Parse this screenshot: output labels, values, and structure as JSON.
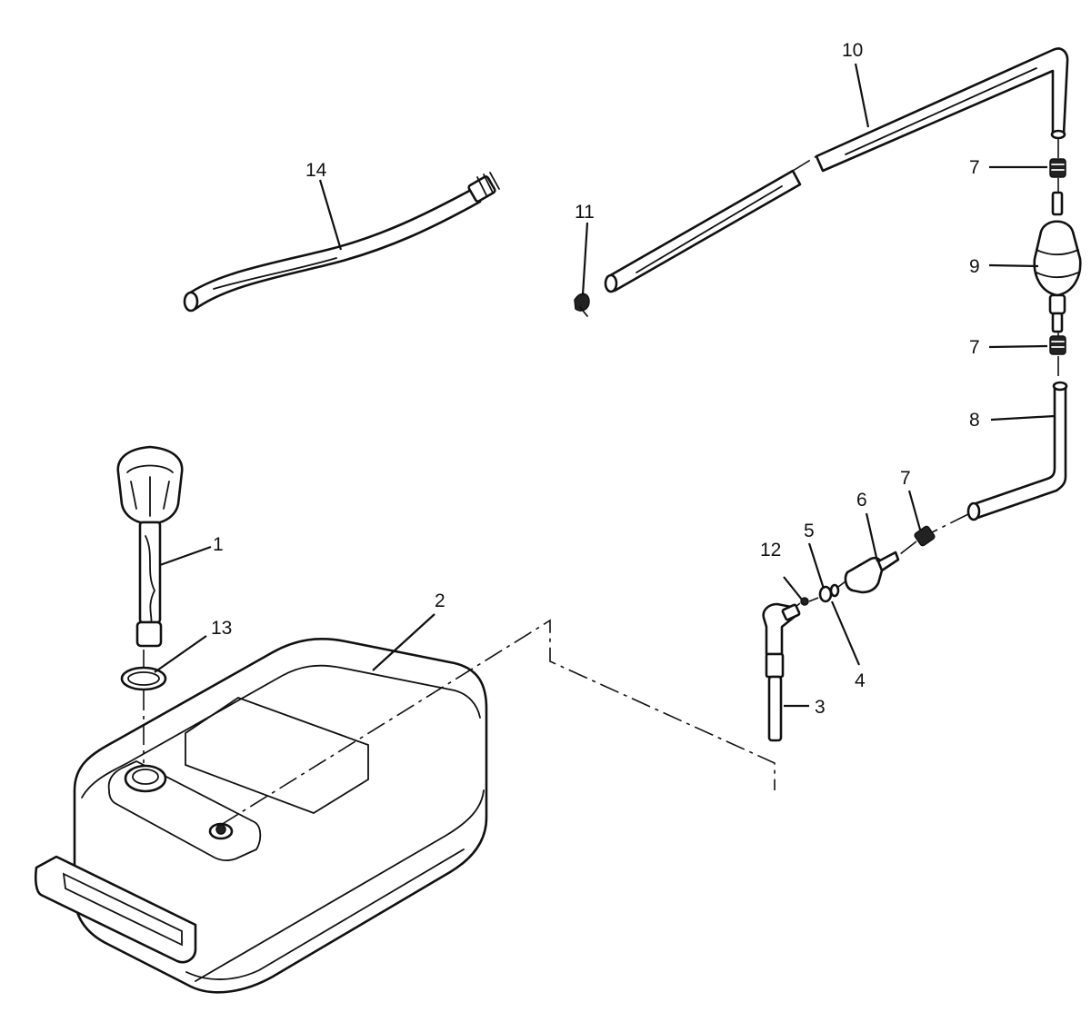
{
  "callouts": {
    "c1": "1",
    "c2": "2",
    "c3": "3",
    "c4": "4",
    "c5": "5",
    "c6": "6",
    "c7a": "7",
    "c7b": "7",
    "c7c": "7",
    "c8": "8",
    "c9": "9",
    "c10": "10",
    "c11": "11",
    "c12": "12",
    "c13": "13",
    "c14": "14"
  }
}
